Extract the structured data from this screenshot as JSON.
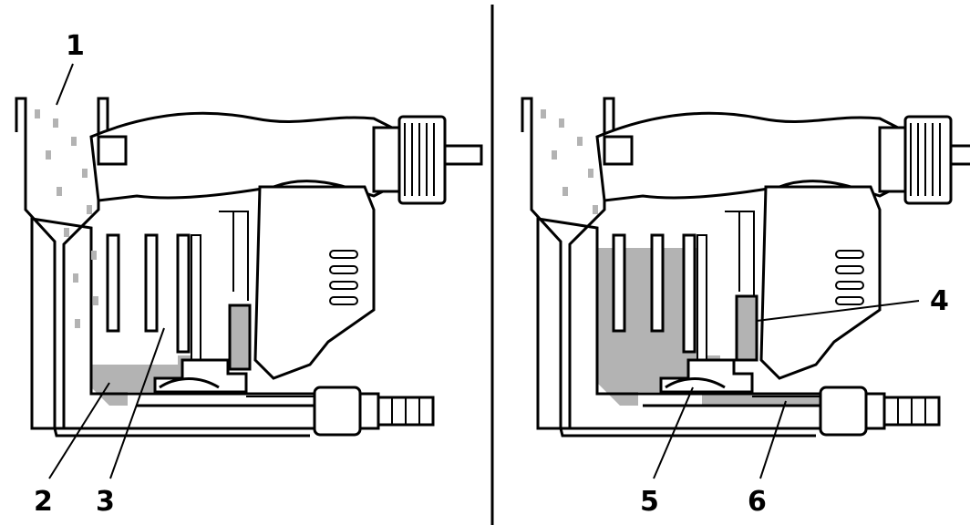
{
  "diagram": {
    "panels": [
      {
        "id": "left",
        "fill_level": "low"
      },
      {
        "id": "right",
        "fill_level": "high"
      }
    ],
    "callouts": [
      "1",
      "2",
      "3",
      "4",
      "5",
      "6"
    ],
    "colors": {
      "outline": "#000000",
      "fluid": "#b3b3b3",
      "body": "#ffffff",
      "divider": "#000000"
    }
  }
}
